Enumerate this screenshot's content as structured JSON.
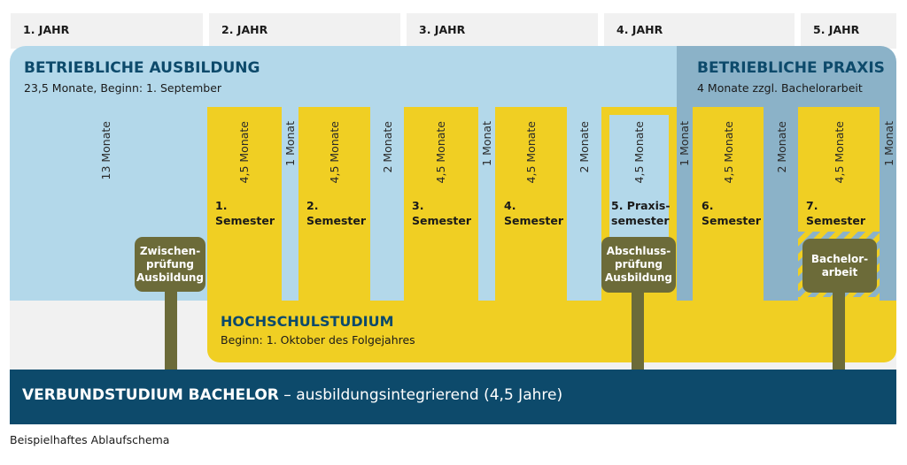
{
  "years": [
    "1. JAHR",
    "2. JAHR",
    "3. JAHR",
    "4. JAHR",
    "5. JAHR"
  ],
  "ausbildung": {
    "title": "BETRIEBLICHE AUSBILDUNG",
    "subtitle": "23,5 Monate, Beginn: 1. September",
    "duration": "13 Monate"
  },
  "praxis": {
    "title": "BETRIEBLICHE PRAXIS",
    "subtitle": "4 Monate zzgl. Bachelorarbeit"
  },
  "gaps": [
    "1 Monat",
    "2 Monate",
    "1 Monat",
    "2 Monate",
    "1 Monat",
    "2 Monate",
    "1 Monat"
  ],
  "semesters": [
    {
      "duration": "4,5 Monate",
      "label": "1.\nSemester"
    },
    {
      "duration": "4,5 Monate",
      "label": "2.\nSemester"
    },
    {
      "duration": "4,5 Monate",
      "label": "3.\nSemester"
    },
    {
      "duration": "4,5 Monate",
      "label": "4.\nSemester"
    },
    {
      "duration": "4,5 Monate",
      "label": "5. Praxis-\nsemester"
    },
    {
      "duration": "4,5 Monate",
      "label": "6.\nSemester"
    },
    {
      "duration": "4,5 Monate",
      "label": "7.\nSemester"
    }
  ],
  "milestones": [
    "Zwischen-\nprüfung\nAusbildung",
    "Abschluss-\nprüfung\nAusbildung",
    "Bachelor-\narbeit"
  ],
  "hochschule": {
    "title": "HOCHSCHULSTUDIUM",
    "subtitle": "Beginn: 1. Oktober des Folgejahres"
  },
  "footer": {
    "title": "VERBUNDSTUDIUM BACHELOR",
    "subtitle": "– ausbildungsintegrierend (4,5 Jahre)"
  },
  "caption": "Beispielhaftes Ablaufschema",
  "colors": {
    "light_blue": "#b3d8ea",
    "dark_blue": "#8bb2c8",
    "yellow": "#f0cf23",
    "olive": "#6c6b39",
    "navy": "#0d4a6b"
  }
}
